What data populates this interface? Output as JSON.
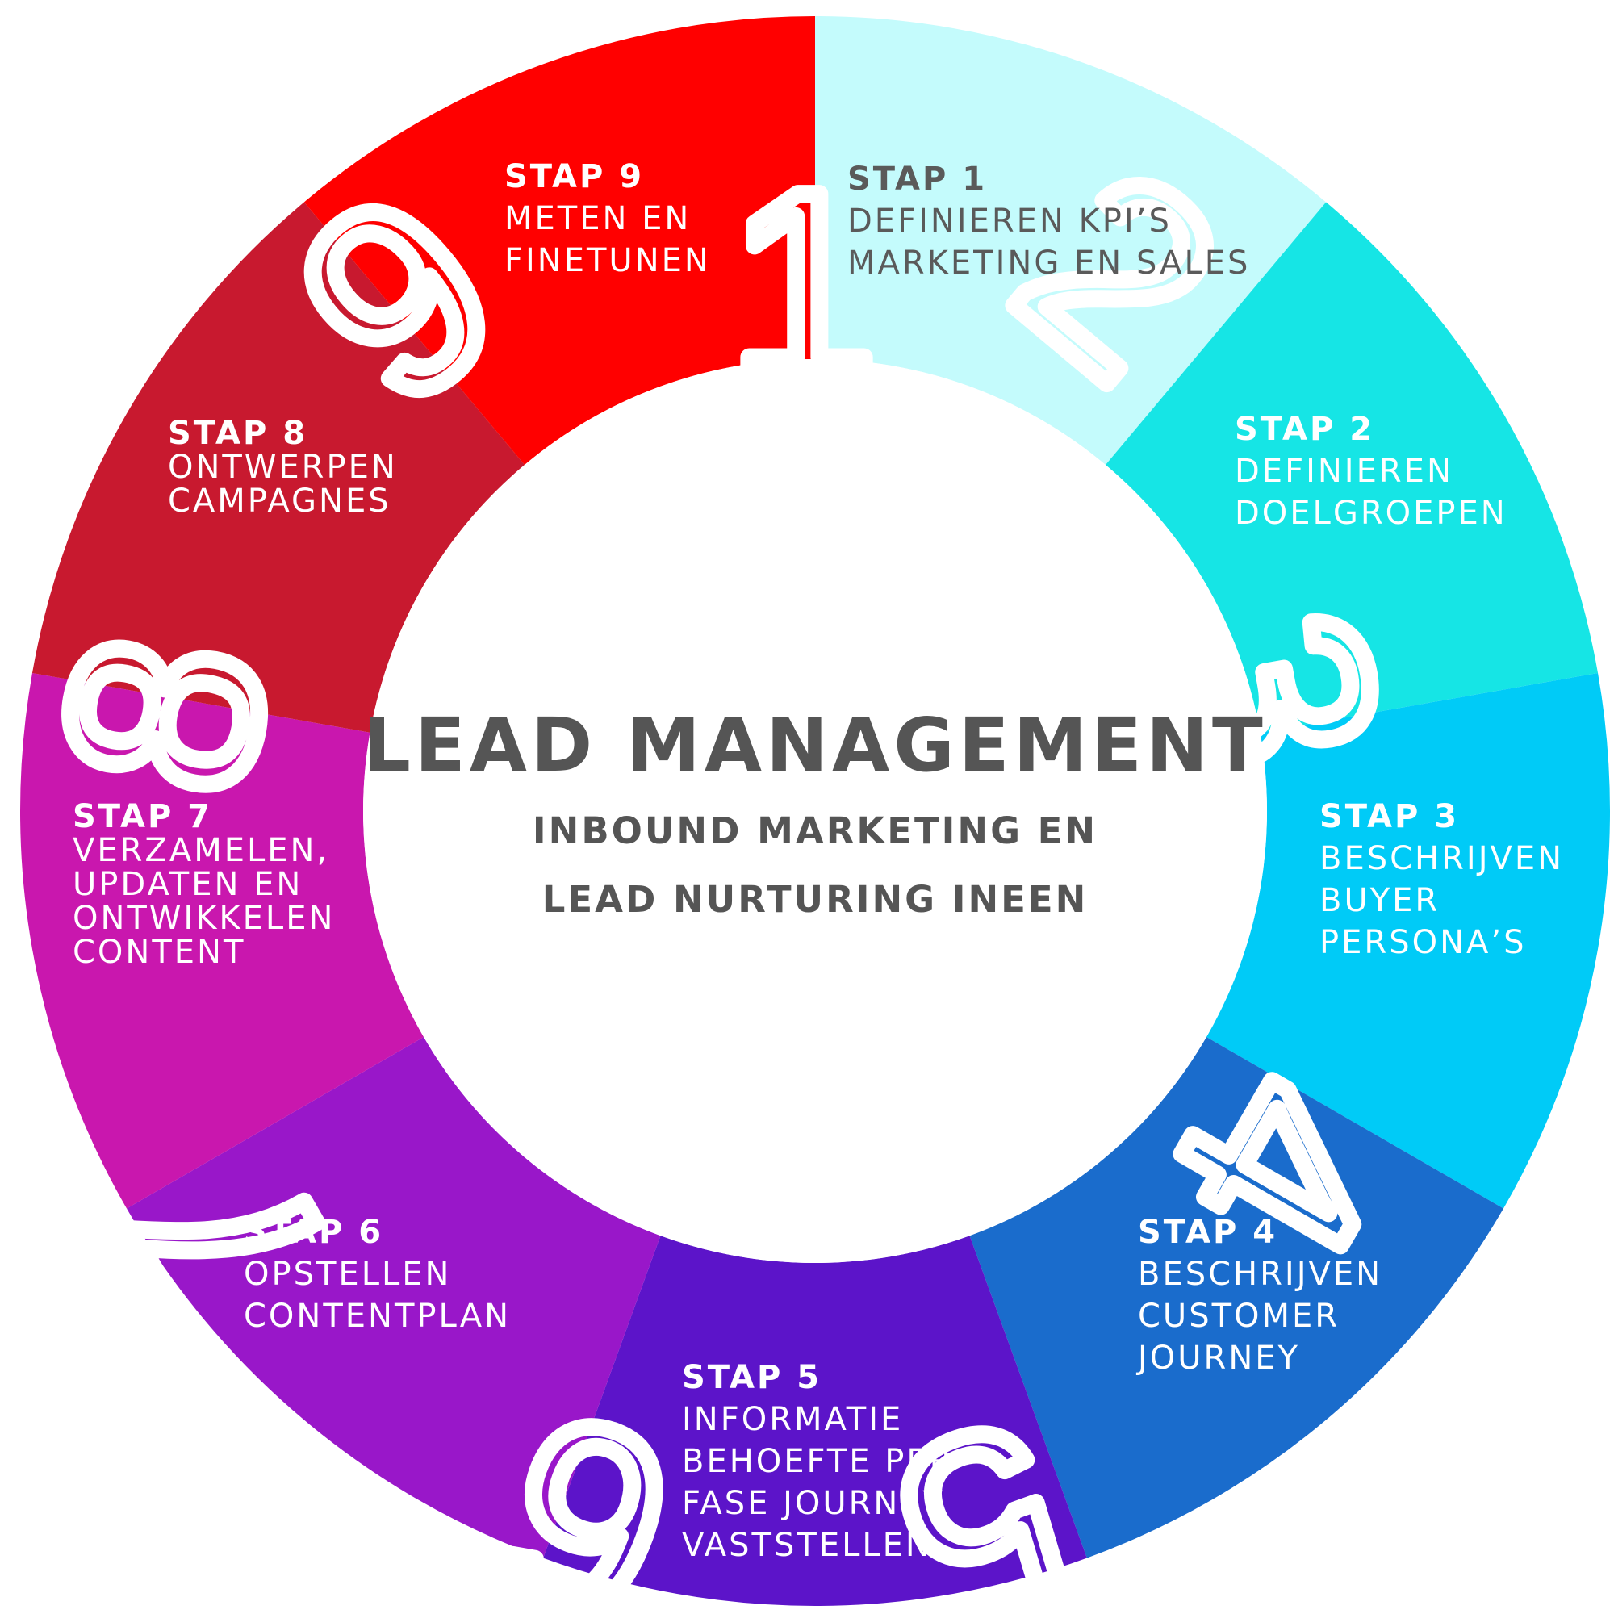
{
  "center": {
    "title": "LEAD MANAGEMENT",
    "subtitle_line1": "INBOUND MARKETING EN",
    "subtitle_line2": "LEAD NURTURING INEEN"
  },
  "steps": [
    {
      "number": "1",
      "title": "STAP 1",
      "lines": [
        "DEFINIEREN KPI’S",
        "MARKETING EN SALES"
      ],
      "color": "#c4fbfc",
      "text_color": "#5a5a5a"
    },
    {
      "number": "2",
      "title": "STAP 2",
      "lines": [
        "DEFINIEREN",
        "DOELGROEPEN"
      ],
      "color": "#16e5e5",
      "text_color": "#ffffff"
    },
    {
      "number": "3",
      "title": "STAP 3",
      "lines": [
        "BESCHRIJVEN",
        "BUYER",
        "PERSONA’S"
      ],
      "color": "#00cbf7",
      "text_color": "#ffffff"
    },
    {
      "number": "4",
      "title": "STAP 4",
      "lines": [
        "BESCHRIJVEN",
        "CUSTOMER",
        "JOURNEY"
      ],
      "color": "#1a6ccc",
      "text_color": "#ffffff"
    },
    {
      "number": "5",
      "title": "STAP 5",
      "lines": [
        "INFORMATIE",
        "BEHOEFTE PER",
        "FASE JOURNEY",
        "VASTSTELLEN"
      ],
      "color": "#5c14c9",
      "text_color": "#ffffff"
    },
    {
      "number": "6",
      "title": "STAP 6",
      "lines": [
        "OPSTELLEN",
        "CONTENTPLAN"
      ],
      "color": "#9917c9",
      "text_color": "#ffffff"
    },
    {
      "number": "7",
      "title": "STAP 7",
      "lines": [
        "VERZAMELEN,",
        "UPDATEN EN",
        "ONTWIKKELEN",
        "CONTENT"
      ],
      "color": "#c917ae",
      "text_color": "#ffffff"
    },
    {
      "number": "8",
      "title": "STAP 8",
      "lines": [
        "ONTWERPEN",
        "CAMPAGNES"
      ],
      "color": "#c8192f",
      "text_color": "#ffffff"
    },
    {
      "number": "9",
      "title": "STAP 9",
      "lines": [
        "METEN EN",
        "FINETUNEN"
      ],
      "color": "#ff0000",
      "text_color": "#ffffff"
    }
  ]
}
